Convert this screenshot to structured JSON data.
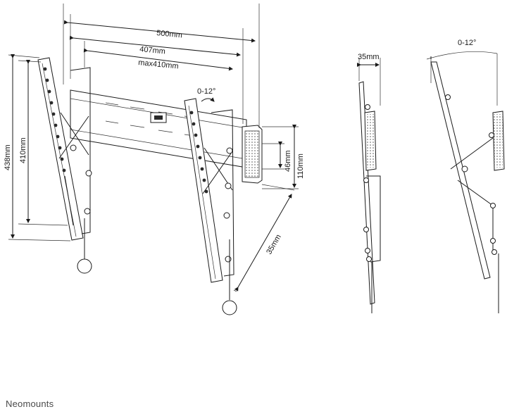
{
  "dimensions": {
    "width_500": "500mm",
    "width_407": "407mm",
    "width_max410": "max410mm",
    "height_438": "438mm",
    "height_410": "410mm",
    "tilt_front": "0-12°",
    "depth_46": "46mm",
    "depth_110": "110mm",
    "arm_35": "35mm",
    "side_35": "35mm",
    "tilt_side": "0-12°"
  },
  "brand": "Neomounts"
}
